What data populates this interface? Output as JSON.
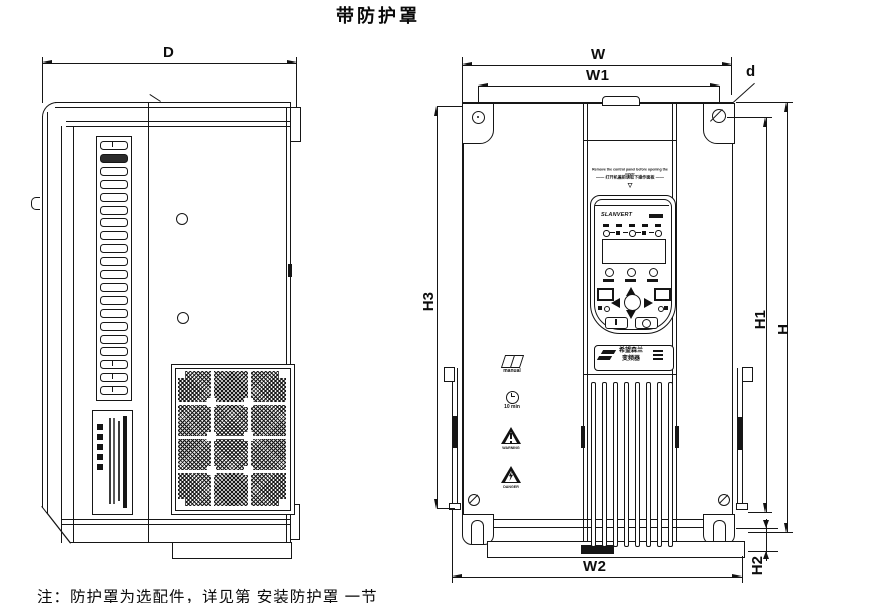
{
  "title": "带防护罩",
  "note": "注：防护罩为选配件，详见第 安装防护罩 一节",
  "dim_labels": {
    "D": "D",
    "W": "W",
    "W1": "W1",
    "d": "d",
    "H": "H",
    "H1": "H1",
    "H2": "H2",
    "H3": "H3",
    "W2": "W2"
  },
  "front_view": {
    "cover_warning_en": "Remove the control panel before opening the cover",
    "cover_warning_cn": "—— 打开机盖前请取下操作面板 ——",
    "cover_pointer": "▽",
    "keypad_brand": "SLANVERT",
    "logo_text_1": "希望森兰",
    "logo_text_2": "变频器",
    "icon_labels": {
      "manual": "manual",
      "timer": "10 min",
      "warning": "WARNING",
      "danger": "DANGER"
    }
  }
}
